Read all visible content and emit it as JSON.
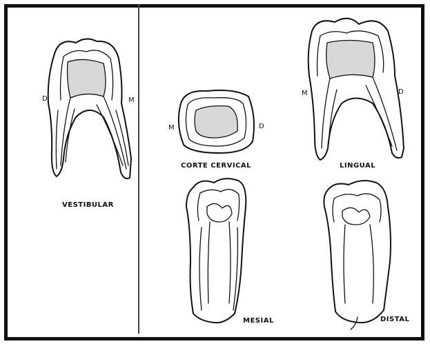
{
  "labels": {
    "vestibular": "VESTIBULAR",
    "corte_cervical": "CORTE CERVICAL",
    "lingual": "LINGUAL",
    "mesial": "MESIAL",
    "distal": "DISTAL"
  },
  "side_marks": {
    "vestibular_left": "D",
    "vestibular_right": "M",
    "cervical_left": "M",
    "cervical_right": "D",
    "lingual_left": "M",
    "lingual_right": "D"
  },
  "colors": {
    "ink": "#111111",
    "paper": "#ffffff"
  }
}
